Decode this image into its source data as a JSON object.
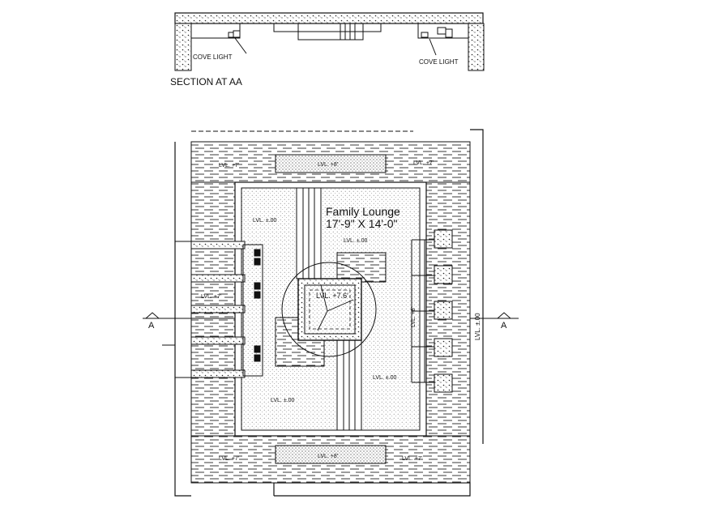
{
  "section": {
    "title": "SECTION AT AA",
    "cove_light_left": "COVE LIGHT",
    "cove_light_right": "COVE LIGHT"
  },
  "plan": {
    "room_name": "Family Lounge",
    "room_size": "17'-9\" X 14'-0\"",
    "section_marker_left": "A",
    "section_marker_right": "A",
    "levels": {
      "top_left": "LVL. +7'",
      "top_right": "LVL. +7'",
      "top_bar": "LVL. +8'",
      "bottom_bar": "LVL. +8'",
      "bottom_left": "LVL. +7'",
      "bottom_right": "LVL. +7'",
      "inner_top_left": "LVL. ±.00",
      "inner_top_right": "LVL. ±.00",
      "inner_left_mid": "LVL. +7'",
      "center": "LVL. +7.6'",
      "inner_bottom_left": "LVL. ±.00",
      "inner_bottom_right": "LVL. ±.00",
      "right_strip": "LVL. +8'",
      "outer_right_vertical": "LVL. ±.00"
    }
  }
}
